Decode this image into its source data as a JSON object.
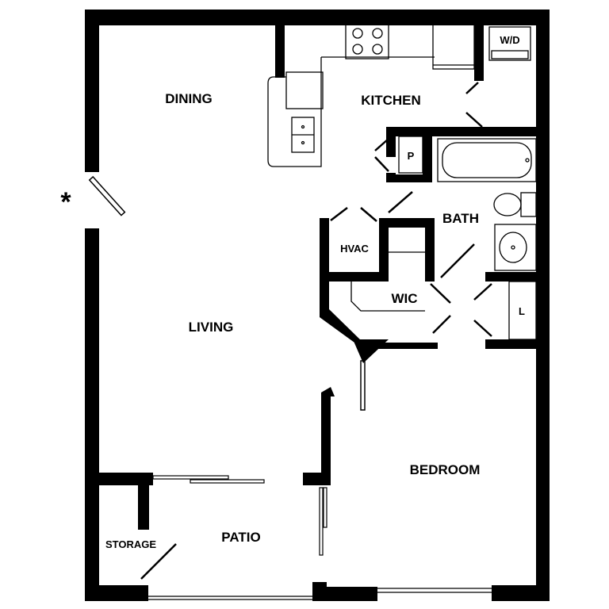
{
  "floor_plan": {
    "entry_marker": "*",
    "rooms": {
      "dining": "DINING",
      "kitchen": "KITCHEN",
      "pantry": "P",
      "washer_dryer": "W/D",
      "bath": "BATH",
      "hvac": "HVAC",
      "wic": "WIC",
      "linen": "L",
      "living": "LIVING",
      "bedroom": "BEDROOM",
      "patio": "PATIO",
      "storage": "STORAGE"
    },
    "colors": {
      "wall": "#000000",
      "background": "#ffffff",
      "fixture_stroke": "#000000"
    }
  }
}
